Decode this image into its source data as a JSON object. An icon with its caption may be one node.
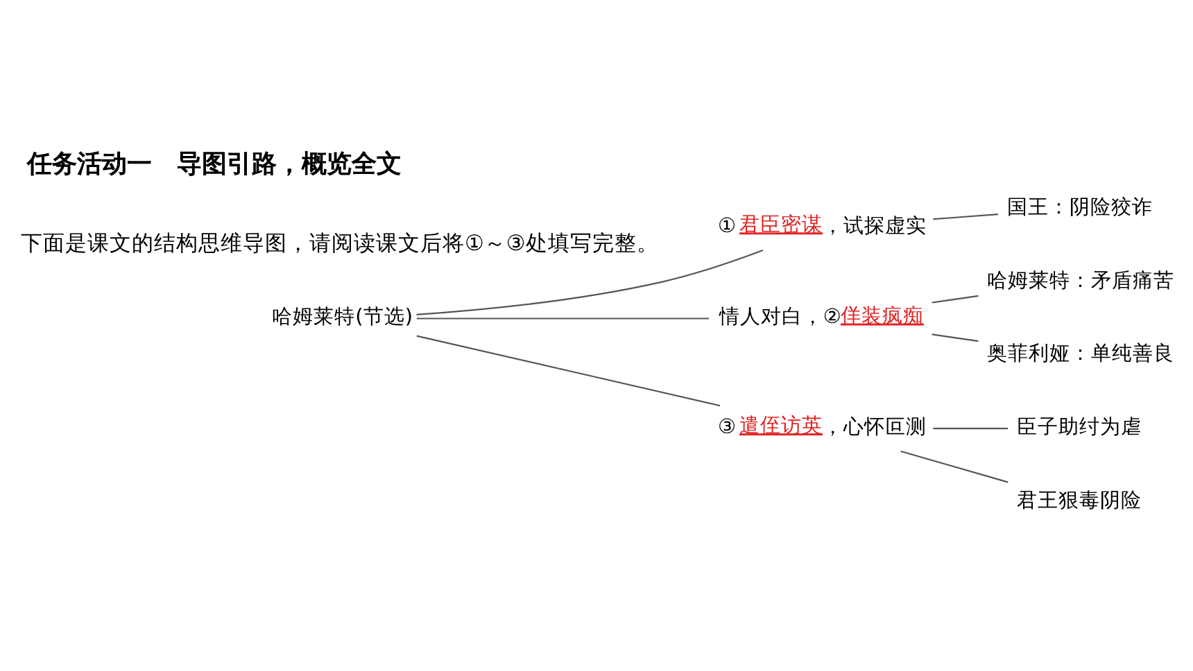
{
  "diagram": {
    "title": "任务活动一　导图引路，概览全文",
    "nodes": [
      {
        "text": [
          "哈姆莱特(节选)"
        ]
      },
      {
        "text": [
          "①",
          "君臣密谋",
          "，试探虚实"
        ]
      },
      {
        "text": [
          "国王：阴险狡诈"
        ]
      },
      {
        "text": [
          "情人对白，②",
          "佯装疯痴"
        ]
      },
      {
        "text": [
          "哈姆莱特：矛盾痛苦"
        ]
      },
      {
        "text": [
          "奥菲利娅：单纯善良"
        ]
      },
      {
        "text": [
          "③",
          "遣侄访英",
          "，心怀叵测"
        ]
      },
      {
        "text": [
          "臣子助纣为虐"
        ]
      },
      {
        "text": [
          "君王狠毒阴险"
        ]
      }
    ],
    "edges": [
      {
        "from": 0,
        "to": 1,
        "arrow": "none"
      },
      {
        "from": 0,
        "to": 3,
        "arrow": "none"
      },
      {
        "from": 0,
        "to": 6,
        "arrow": "none"
      },
      {
        "from": 1,
        "to": 2,
        "arrow": "none"
      },
      {
        "from": 3,
        "to": 4,
        "arrow": "none"
      },
      {
        "from": 3,
        "to": 5,
        "arrow": "none"
      },
      {
        "from": 6,
        "to": 7,
        "arrow": "none"
      },
      {
        "from": 6,
        "to": 8,
        "arrow": "none"
      }
    ],
    "labels": [
      "下面是课文的结构思维导图，请阅读课文后将①～③处填写完整。"
    ]
  }
}
